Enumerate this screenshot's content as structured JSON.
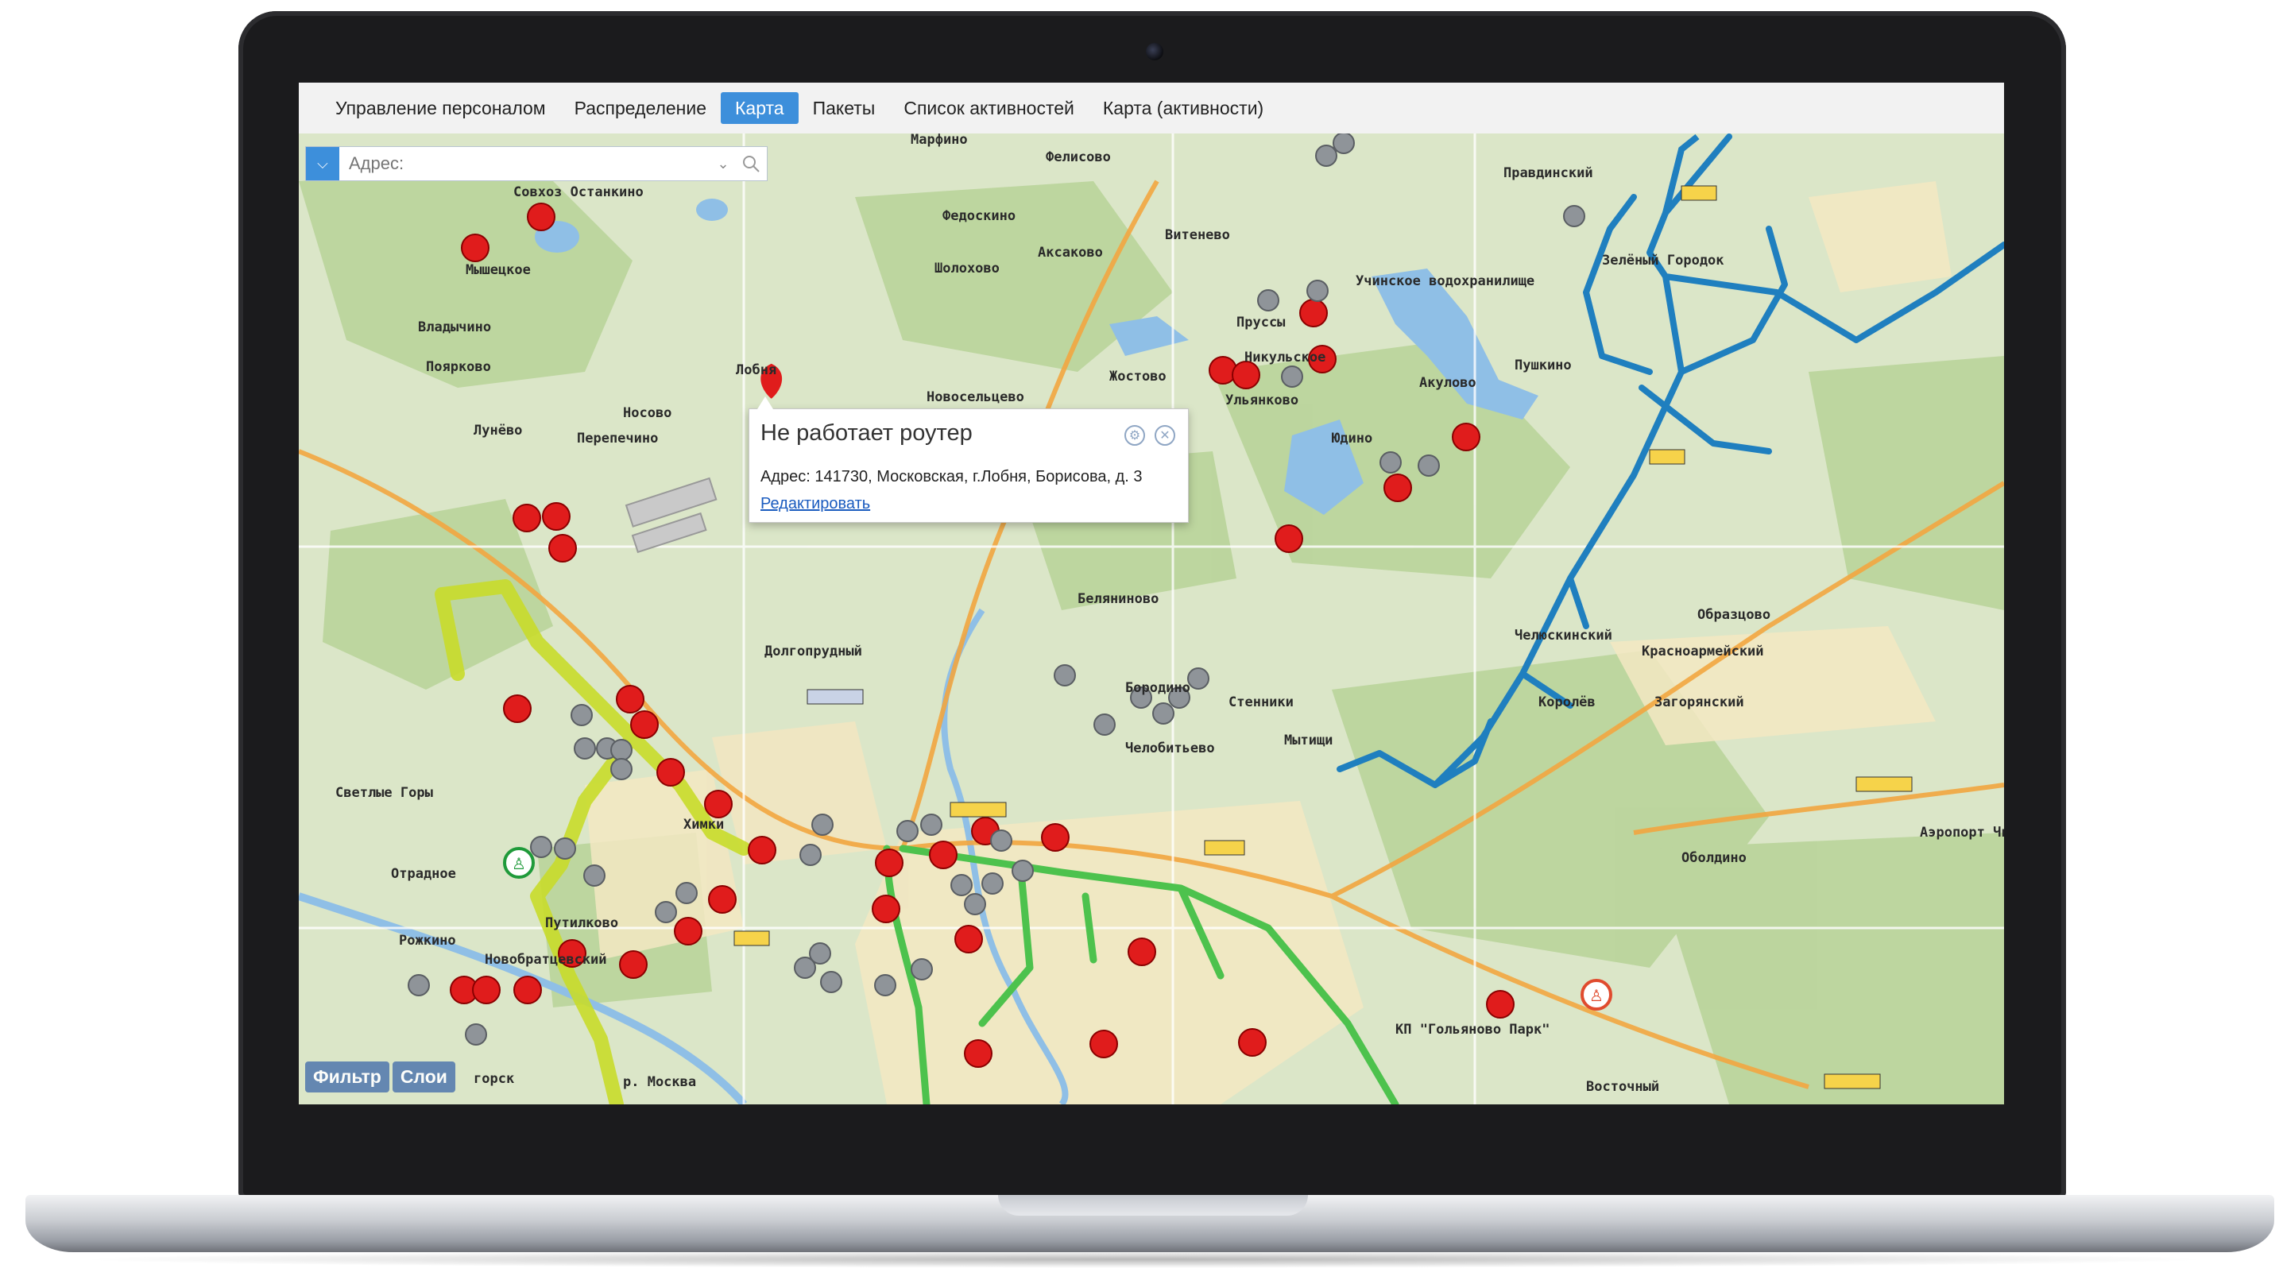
{
  "nav": {
    "items": [
      {
        "label": "Управление персоналом"
      },
      {
        "label": "Распределение"
      },
      {
        "label": "Карта",
        "active": true
      },
      {
        "label": "Пакеты"
      },
      {
        "label": "Список активностей"
      },
      {
        "label": "Карта (активности)"
      }
    ]
  },
  "search": {
    "placeholder": "Адрес:"
  },
  "popup": {
    "title": "Не работает роутер",
    "address": "Адрес: 141730, Московская, г.Лобня, Борисова, д. 3",
    "edit_link": "Редактировать"
  },
  "buttons": {
    "filter": "Фильтр",
    "layers": "Слои"
  },
  "map_labels": [
    "Марфино",
    "Фелисово",
    "Совхоз Останкино",
    "Федоскино",
    "Витенево",
    "Мышецкое",
    "Шолохово",
    "Аксаково",
    "Учинское водохранилище",
    "Пруссы",
    "Никульское",
    "Владычино",
    "Поярково",
    "Лобня",
    "Новосельцево",
    "Жостово",
    "Ульянково",
    "Акулово",
    "Пушкино",
    "Правдинский",
    "Зелёный Городок",
    "Лунёво",
    "Носово",
    "Перепечино",
    "Юдино",
    "Беляниново",
    "Образцово",
    "Долгопрудный",
    "Челюскинский",
    "Красноармейский",
    "Бородино",
    "Стенники",
    "Королёв",
    "Загорянский",
    "Мытищи",
    "Челобитьево",
    "Светлые Горы",
    "Химки",
    "Отрадное",
    "Путилково",
    "Аэропорт Чкаловский",
    "Оболдино",
    "Рожкино",
    "Новобратцевский",
    "КП \"Гольяново Парк\"",
    "Восточный",
    "р. Москва",
    "горск"
  ],
  "colors": {
    "accent": "#3d8fdb",
    "red_marker": "#e01c1c",
    "grey_marker": "#8f9499",
    "route_blue": "#1f7fbf",
    "route_green": "#4dc24d",
    "route_yellow": "#c8dc2a"
  }
}
